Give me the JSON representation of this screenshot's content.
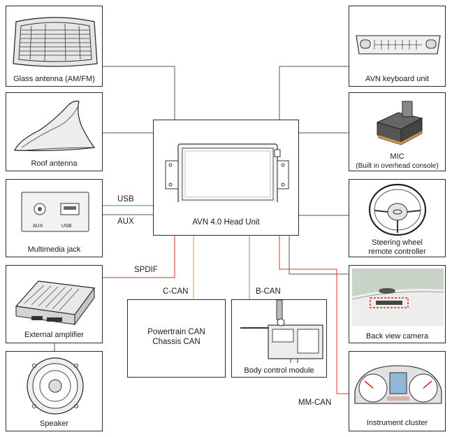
{
  "center": {
    "label": "AVN 4.0 Head Unit"
  },
  "left": {
    "glass_antenna": "Glass antenna (AM/FM)",
    "roof_antenna": "Roof antenna",
    "multimedia_jack": "Multimedia jack",
    "jack_aux": "AUX",
    "jack_usb": "USB",
    "external_amplifier": "External amplifier",
    "speaker": "Speaker"
  },
  "right": {
    "keyboard_unit": "AVN keyboard unit",
    "mic_line1": "MIC",
    "mic_line2": "(Built in overhead console)",
    "steering_line1": "Steering wheel",
    "steering_line2": "remote controller",
    "back_camera": "Back view camera",
    "cluster": "Instrument cluster"
  },
  "bottom": {
    "powertrain_line1": "Powertrain CAN",
    "powertrain_line2": "Chassis CAN",
    "bcm": "Body control module"
  },
  "wires": {
    "usb": "USB",
    "aux": "AUX",
    "spdif": "SPDIF",
    "c_can": "C-CAN",
    "b_can": "B-CAN",
    "mm_can": "MM-CAN"
  },
  "colors": {
    "line": "#555555",
    "usb": "#3a9a3a",
    "spdif": "#c0392b",
    "c_can": "#e8933a",
    "b_can": "#7f7fc8",
    "mm_can": "#e03030"
  }
}
